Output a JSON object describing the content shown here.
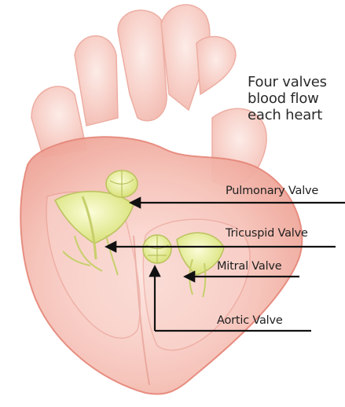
{
  "caption": {
    "lines": [
      "Four valves",
      "blood flow",
      "each heart"
    ]
  },
  "labels": {
    "pulmonary": "Pulmonary Valve",
    "tricuspid": "Tricuspid Valve",
    "mitral": "Mitral Valve",
    "aortic": "Aortic Valve"
  },
  "colors": {
    "heart_fill": "#f8c9c0",
    "heart_edge": "#e79486",
    "valve_fill": "#e8ef9e",
    "valve_edge": "#b9c25c",
    "pointer": "#111111",
    "text": "#222222"
  }
}
